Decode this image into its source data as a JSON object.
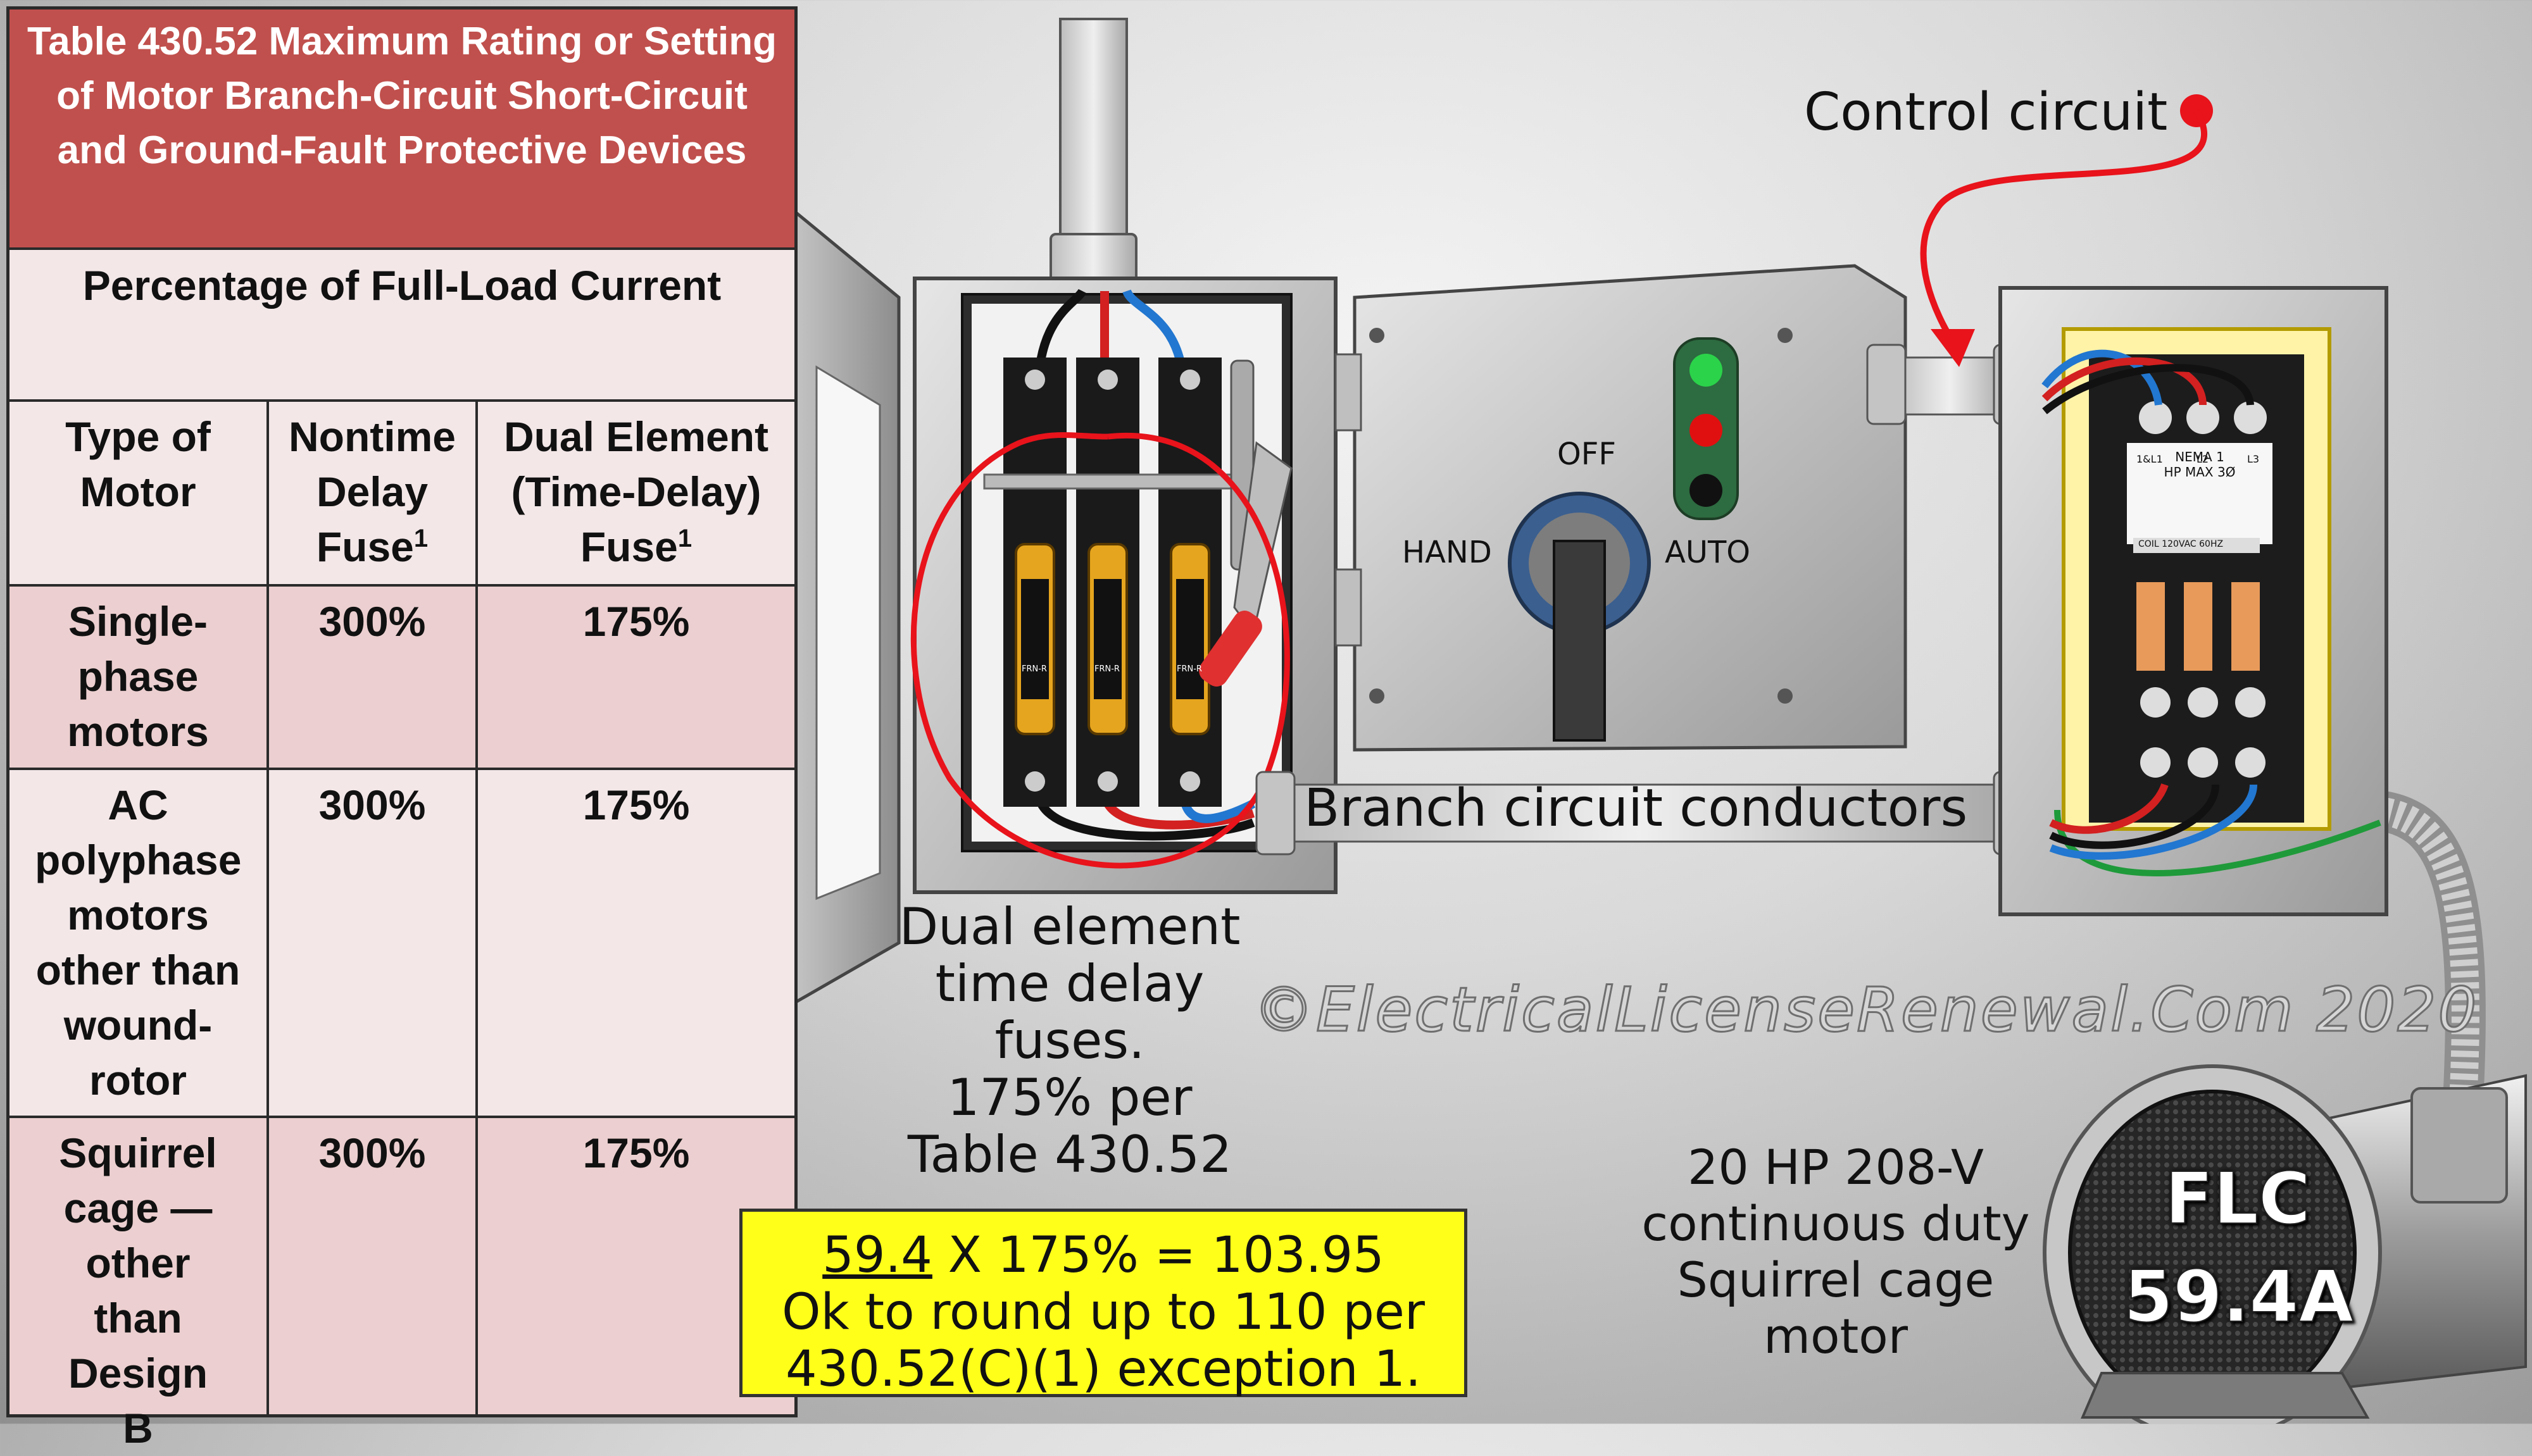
{
  "table": {
    "title": "Table 430.52 Maximum Rating or Setting of Motor Branch-Circuit Short-Circuit and Ground-Fault Protective Devices",
    "caption": "Percentage of Full-Load Current",
    "headers": {
      "type": "Type of Motor",
      "nontime": "Nontime Delay Fuse",
      "dual": "Dual Element (Time-Delay) Fuse",
      "footnote_mark": "1"
    },
    "rows": [
      {
        "type": "Single-phase motors",
        "nontime": "300%",
        "dual": "175%"
      },
      {
        "type": "AC polyphase motors other than wound-rotor",
        "nontime": "300%",
        "dual": "175%"
      },
      {
        "type": "Squirrel cage — other than Design B",
        "nontime": "300%",
        "dual": "175%"
      }
    ]
  },
  "labels": {
    "control_circuit": "Control circuit",
    "branch_circuit": "Branch circuit conductors",
    "fuse_caption": [
      "Dual element",
      "time delay",
      "fuses.",
      "175% per",
      "Table 430.52"
    ],
    "motor_caption": [
      "20 HP 208-V",
      "continuous duty",
      "Squirrel cage",
      "motor"
    ],
    "watermark": "©ElectricalLicenseRenewal.Com 2020"
  },
  "calc": {
    "flc": "59.4",
    "line1_rest": " X 175% = 103.95",
    "line2": "Ok to round up to 110 per",
    "line3": "430.52(C)(1) exception 1."
  },
  "motor": {
    "label_top": "FLC",
    "label_bottom": "59.4A"
  },
  "switch": {
    "hand": "HAND",
    "off": "OFF",
    "auto": "AUTO"
  },
  "starter": {
    "nema": "NEMA 1",
    "hp": "HP MAX 3Ø",
    "terminals": [
      "1&L1",
      "L2",
      "L3"
    ],
    "coil": "COIL 120VAC 60HZ"
  },
  "fuses": {
    "text": "FRN-R",
    "label": "Dual Element Time delay"
  },
  "colors": {
    "table_header": "#c0504d",
    "table_body": "#eccfd0",
    "highlight": "#e8131b",
    "calc_box": "#ffff1a"
  }
}
